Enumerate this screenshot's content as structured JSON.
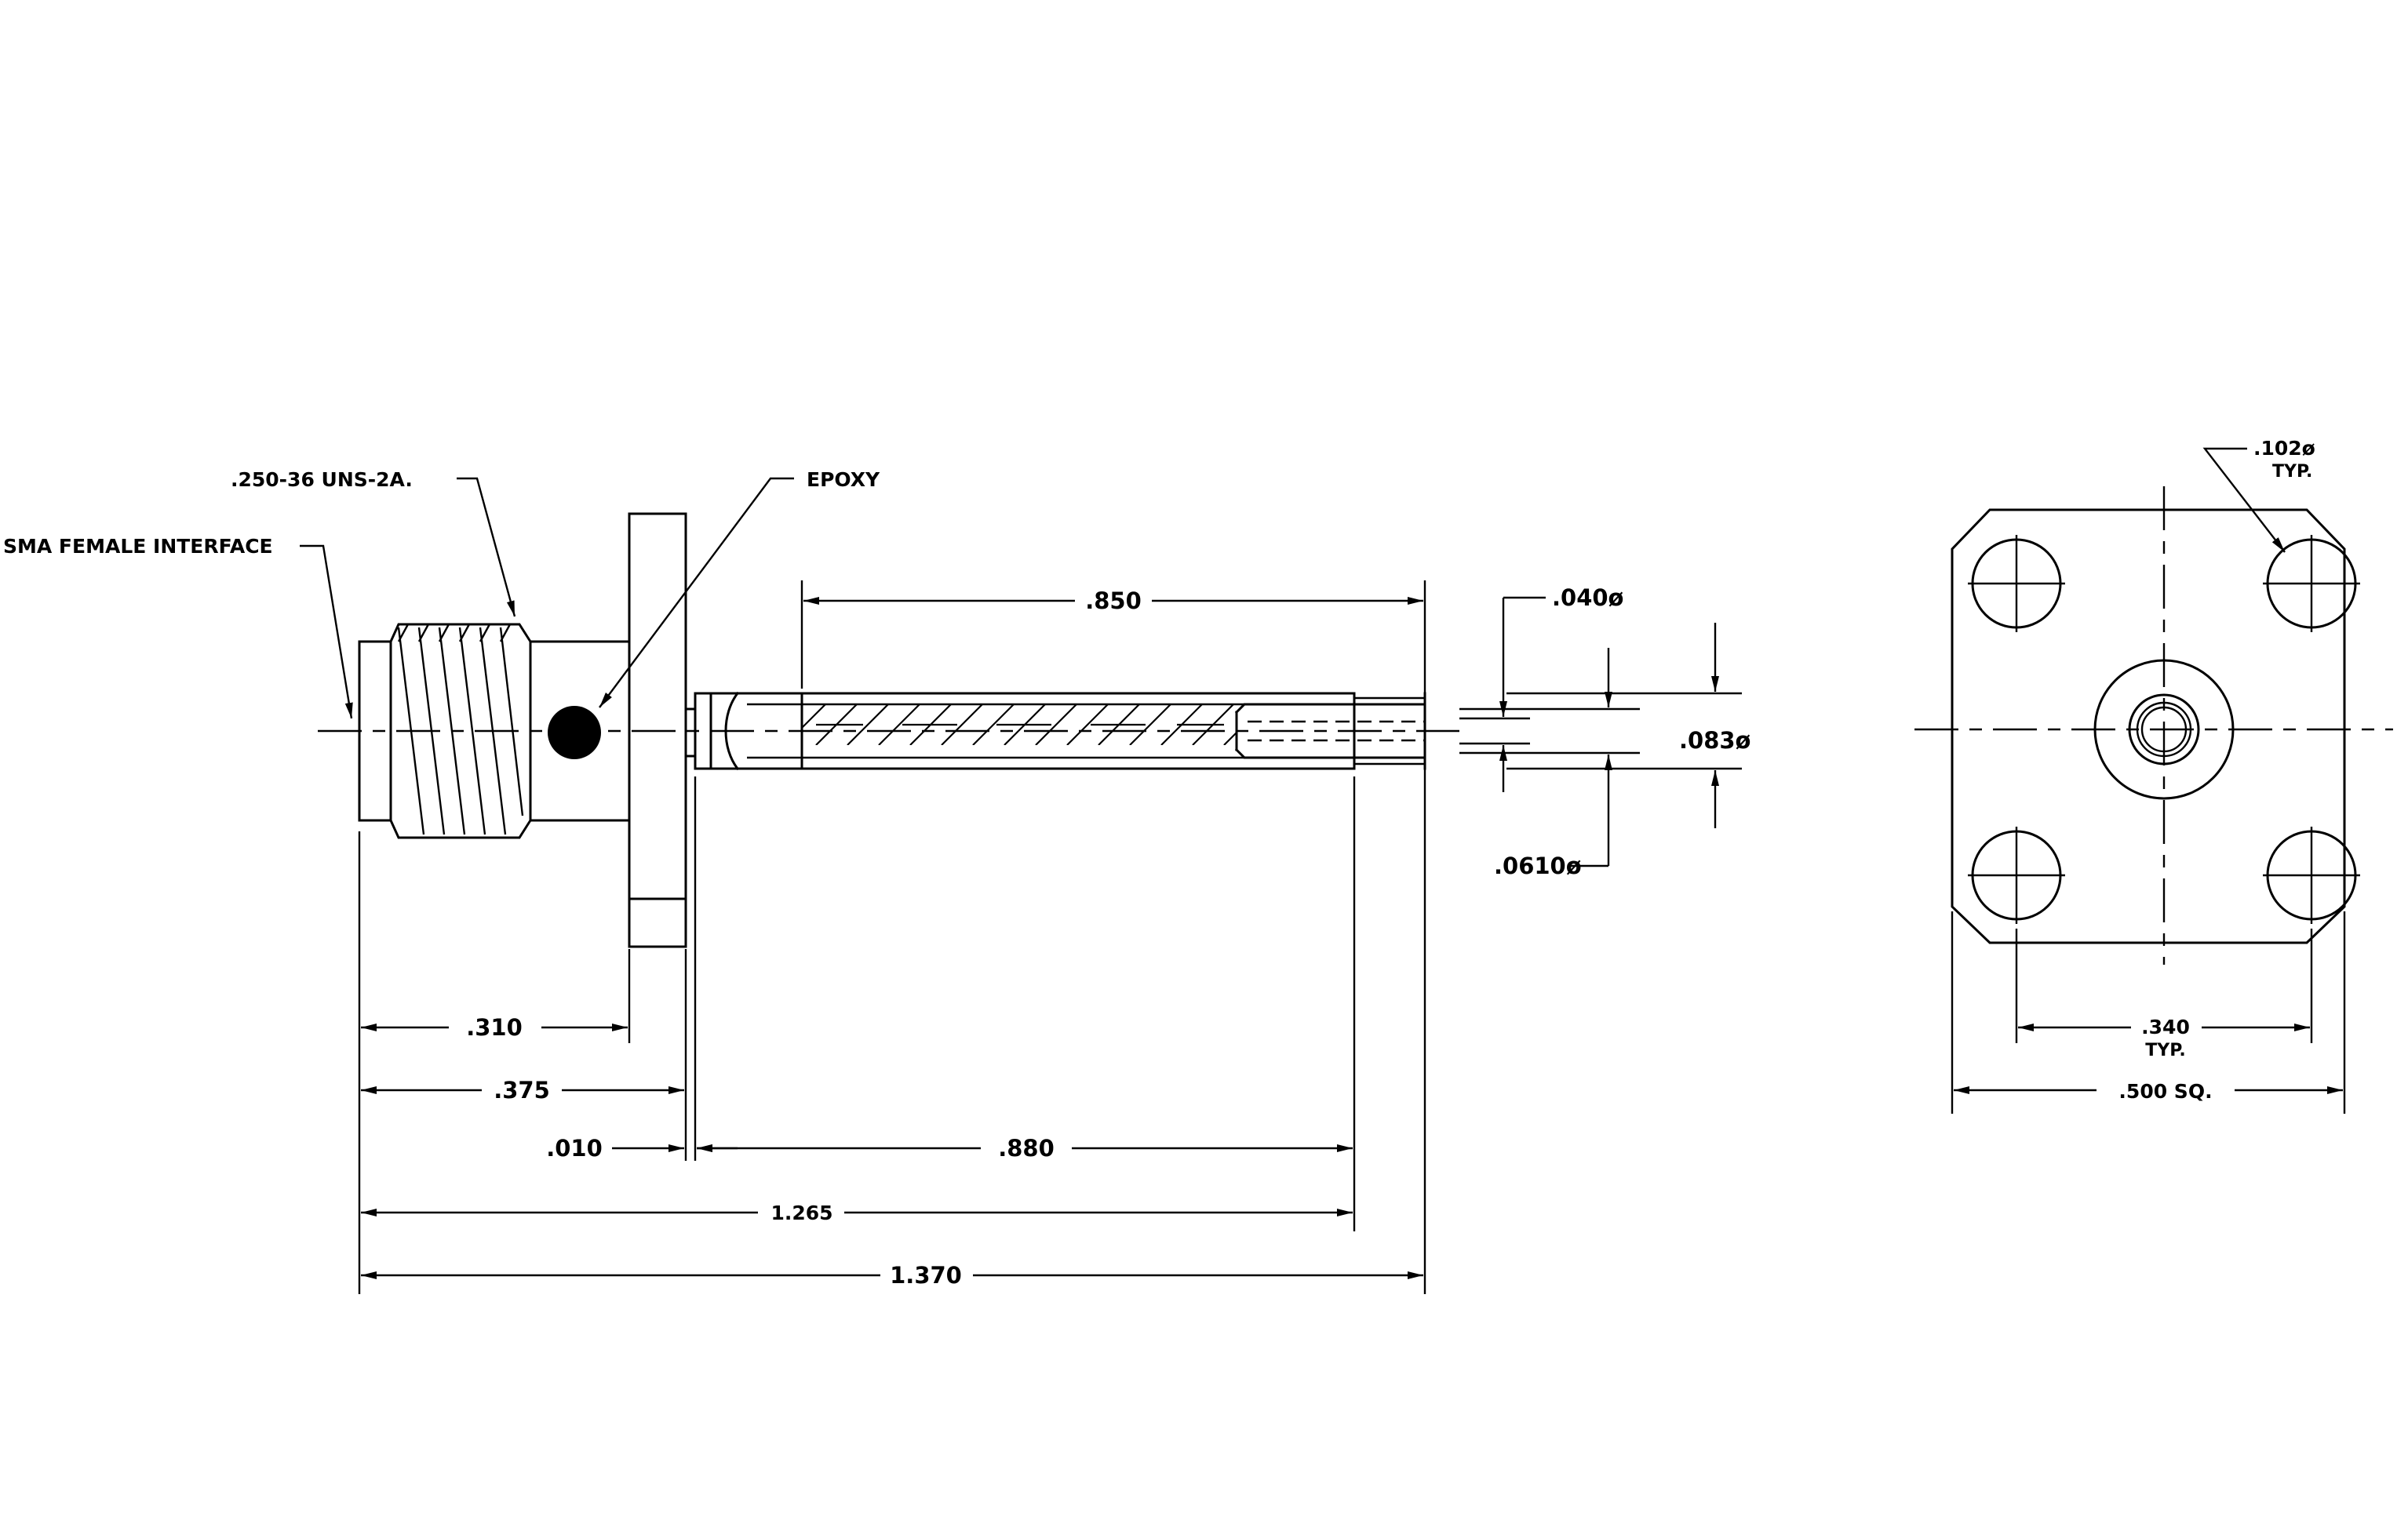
{
  "labels": {
    "sma_female_interface": "SMA FEMALE INTERFACE",
    "thread_spec": ".250-36 UNS-2A.",
    "epoxy": "EPOXY",
    "typ_hole": ".102ø",
    "typ_hole_sub": "TYP.",
    "pin_040": ".040ø",
    "pin_083": ".083ø",
    "pin_0610": ".0610ø"
  },
  "dimensions": {
    "d850": ".850",
    "d310": ".310",
    "d375": ".375",
    "d010": ".010",
    "d880": ".880",
    "d1265": "1.265",
    "d1370": "1.370",
    "d340": ".340",
    "d340_sub": "TYP.",
    "d500": ".500 SQ."
  }
}
